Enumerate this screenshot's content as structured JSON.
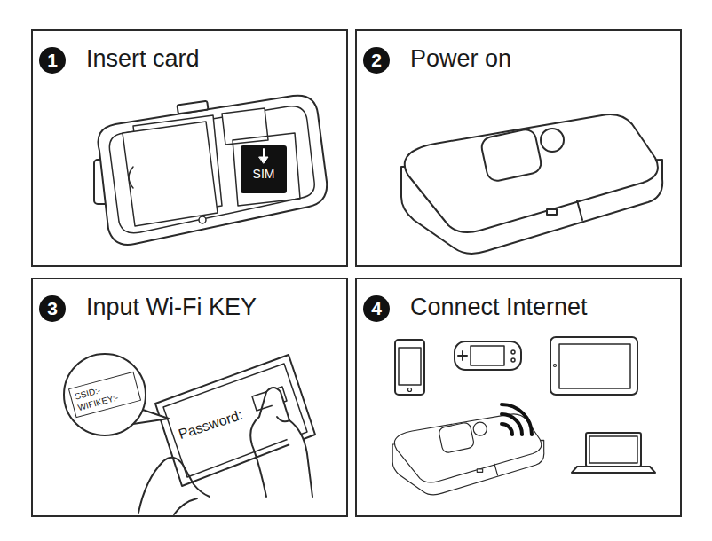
{
  "diagram": {
    "nodes": [
      {
        "text": [
          "Insert card"
        ]
      },
      {
        "text": [
          "1"
        ],
        "in": 0
      },
      {
        "text": [
          "Power on"
        ]
      },
      {
        "text": [
          "2"
        ],
        "in": 2
      },
      {
        "text": [
          "Input Wi-Fi KEY"
        ]
      },
      {
        "text": [
          "3"
        ],
        "in": 4
      },
      {
        "text": [
          "Connect Internet"
        ]
      },
      {
        "text": [
          "4"
        ],
        "in": 6
      }
    ],
    "labels": [
      "SIM",
      "SSID:-",
      "WIFIKEY:-",
      "Password:"
    ]
  }
}
